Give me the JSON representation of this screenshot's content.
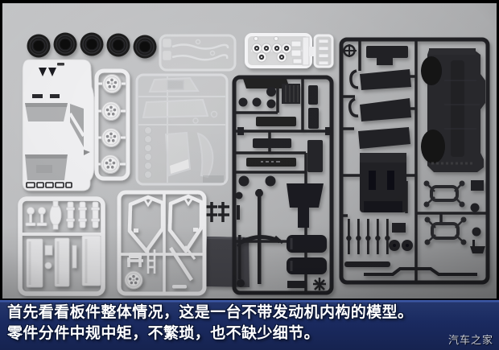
{
  "caption": {
    "line1": "首先看看板件整体情况，这是一台不带发动机内构的模型。",
    "line2": "零件分件中规中矩，不繁琐，也不缺少细节。",
    "background_color": "#1a2a60",
    "top_line_color": "#3c57a5",
    "text_color": "#ffffff"
  },
  "watermark": {
    "text": "汽车之家",
    "color": "#c6c9d1"
  },
  "photo": {
    "background_color": "#c2c3c5",
    "border_color": "#000000",
    "objects": [
      {
        "name": "rubber-tires",
        "count": 5,
        "color": "#1c1c1e"
      },
      {
        "name": "white-car-body-shell",
        "color": "#f4f4f6"
      },
      {
        "name": "wheel-rim-sprue",
        "wheel_count": 4,
        "color": "#f2f2f4"
      },
      {
        "name": "clear-parts-sprue-small",
        "color": "#e2e3e5"
      },
      {
        "name": "clear-parts-sprue-windows",
        "color": "#dfe0e3"
      },
      {
        "name": "plated-small-parts-sprue",
        "color": "#f8f8fa"
      },
      {
        "name": "white-sprue-bumpers",
        "color": "#f2f2f4"
      },
      {
        "name": "white-sprue-cage-frames",
        "color": "#f2f2f4"
      },
      {
        "name": "black-sprue-interior",
        "color": "#232325"
      },
      {
        "name": "black-sprue-chassis",
        "color": "#232325"
      },
      {
        "name": "dark-gray-flat-sheet",
        "color": "#45454b"
      },
      {
        "name": "small-black-shaft-parts",
        "color": "#232326"
      }
    ]
  }
}
